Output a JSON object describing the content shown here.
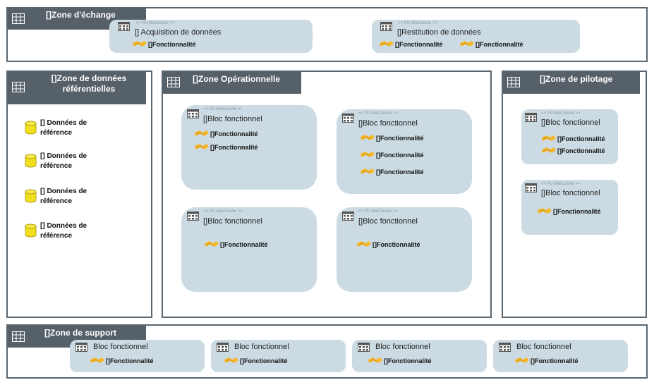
{
  "stereotype": "<< PU MaCuisine >>",
  "exchange": {
    "title": "[]Zone d'échange",
    "blocks": [
      {
        "title": "[] Acquisition de données",
        "funcs": [
          "[]Fonctionnalité"
        ]
      },
      {
        "title": "[]Restitution de données",
        "funcs": [
          "[]Fonctionnalité",
          "[]Fonctionnalité"
        ]
      }
    ]
  },
  "reference": {
    "title": "[]Zone de données référentielles",
    "items": [
      {
        "line1": "[] Données de",
        "line2": "référence"
      },
      {
        "line1": "[] Données de",
        "line2": "référence"
      },
      {
        "line1": "[] Données de",
        "line2": "référence"
      },
      {
        "line1": "[] Données de",
        "line2": "référence"
      }
    ]
  },
  "operational": {
    "title": "[]Zone Opérationnelle",
    "blocks": [
      {
        "title": "[]Bloc fonctionnel",
        "funcs": [
          "[]Fonctionnalité",
          "[]Fonctionnalité"
        ]
      },
      {
        "title": "[]Bloc fonctionnel",
        "funcs": [
          "[]Fonctionnalité",
          "[]Fonctionnalité",
          "[]Fonctionnalité"
        ]
      },
      {
        "title": "[]Bloc fonctionnel",
        "funcs": [
          "[]Fonctionnalité"
        ]
      },
      {
        "title": "[]Bloc fonctionnel",
        "funcs": [
          "[]Fonctionnalité"
        ]
      }
    ]
  },
  "pilotage": {
    "title": "[]Zone de pilotage",
    "blocks": [
      {
        "title": "[]Bloc fonctionnel",
        "funcs": [
          "[]Fonctionnalité",
          "[]Fonctionnalité"
        ]
      },
      {
        "title": "[]Bloc fonctionnel",
        "funcs": [
          "[]Fonctionnalité"
        ]
      }
    ]
  },
  "support": {
    "title": "[]Zone de support",
    "blocks": [
      {
        "title": "Bloc fonctionnel",
        "funcs": [
          "[]Fonctionnalité"
        ]
      },
      {
        "title": "Bloc fonctionnel",
        "funcs": [
          "[]Fonctionnalité"
        ]
      },
      {
        "title": "Bloc fonctionnel",
        "funcs": [
          "[]Fonctionnalité"
        ]
      },
      {
        "title": "Bloc fonctionnel",
        "funcs": [
          "[]Fonctionnalité"
        ]
      }
    ]
  },
  "colors": {
    "header": "#566069",
    "block": "#ccdbe3",
    "function_icon": "#f5b82e",
    "database_icon": "#f2df1f"
  },
  "icons": {
    "zone": "grid-table-icon",
    "block": "component-icon",
    "function": "function-arrow-icon",
    "data": "database-cylinder-icon"
  }
}
